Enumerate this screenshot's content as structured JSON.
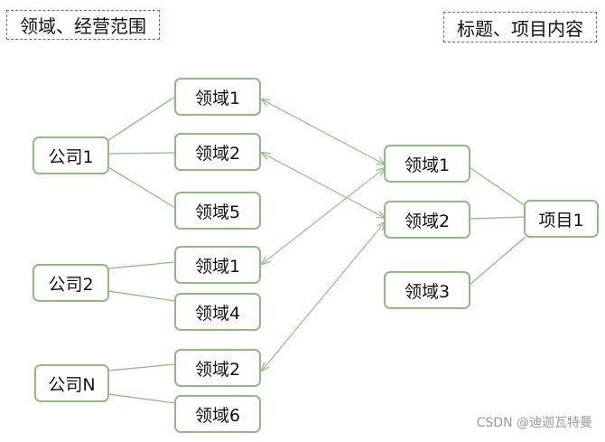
{
  "captions": {
    "left": "领域、经营范围",
    "right": "标题、项目内容"
  },
  "companies": {
    "c1": "公司1",
    "c2": "公司2",
    "cn": "公司N"
  },
  "company_domains": {
    "c1_d1": "领域1",
    "c1_d2": "领域2",
    "c1_d5": "领域5",
    "c2_d1": "领域1",
    "c2_d4": "领域4",
    "cn_d2": "领域2",
    "cn_d6": "领域6"
  },
  "project_domains": {
    "p_d1": "领域1",
    "p_d2": "领域2",
    "p_d3": "领域3"
  },
  "project": {
    "p1": "项目1"
  },
  "watermark": "CSDN @迪迦瓦特曼",
  "colors": {
    "node_border": "#8fbb80",
    "line": "#8fbb80",
    "caption_border": "#d24848"
  }
}
